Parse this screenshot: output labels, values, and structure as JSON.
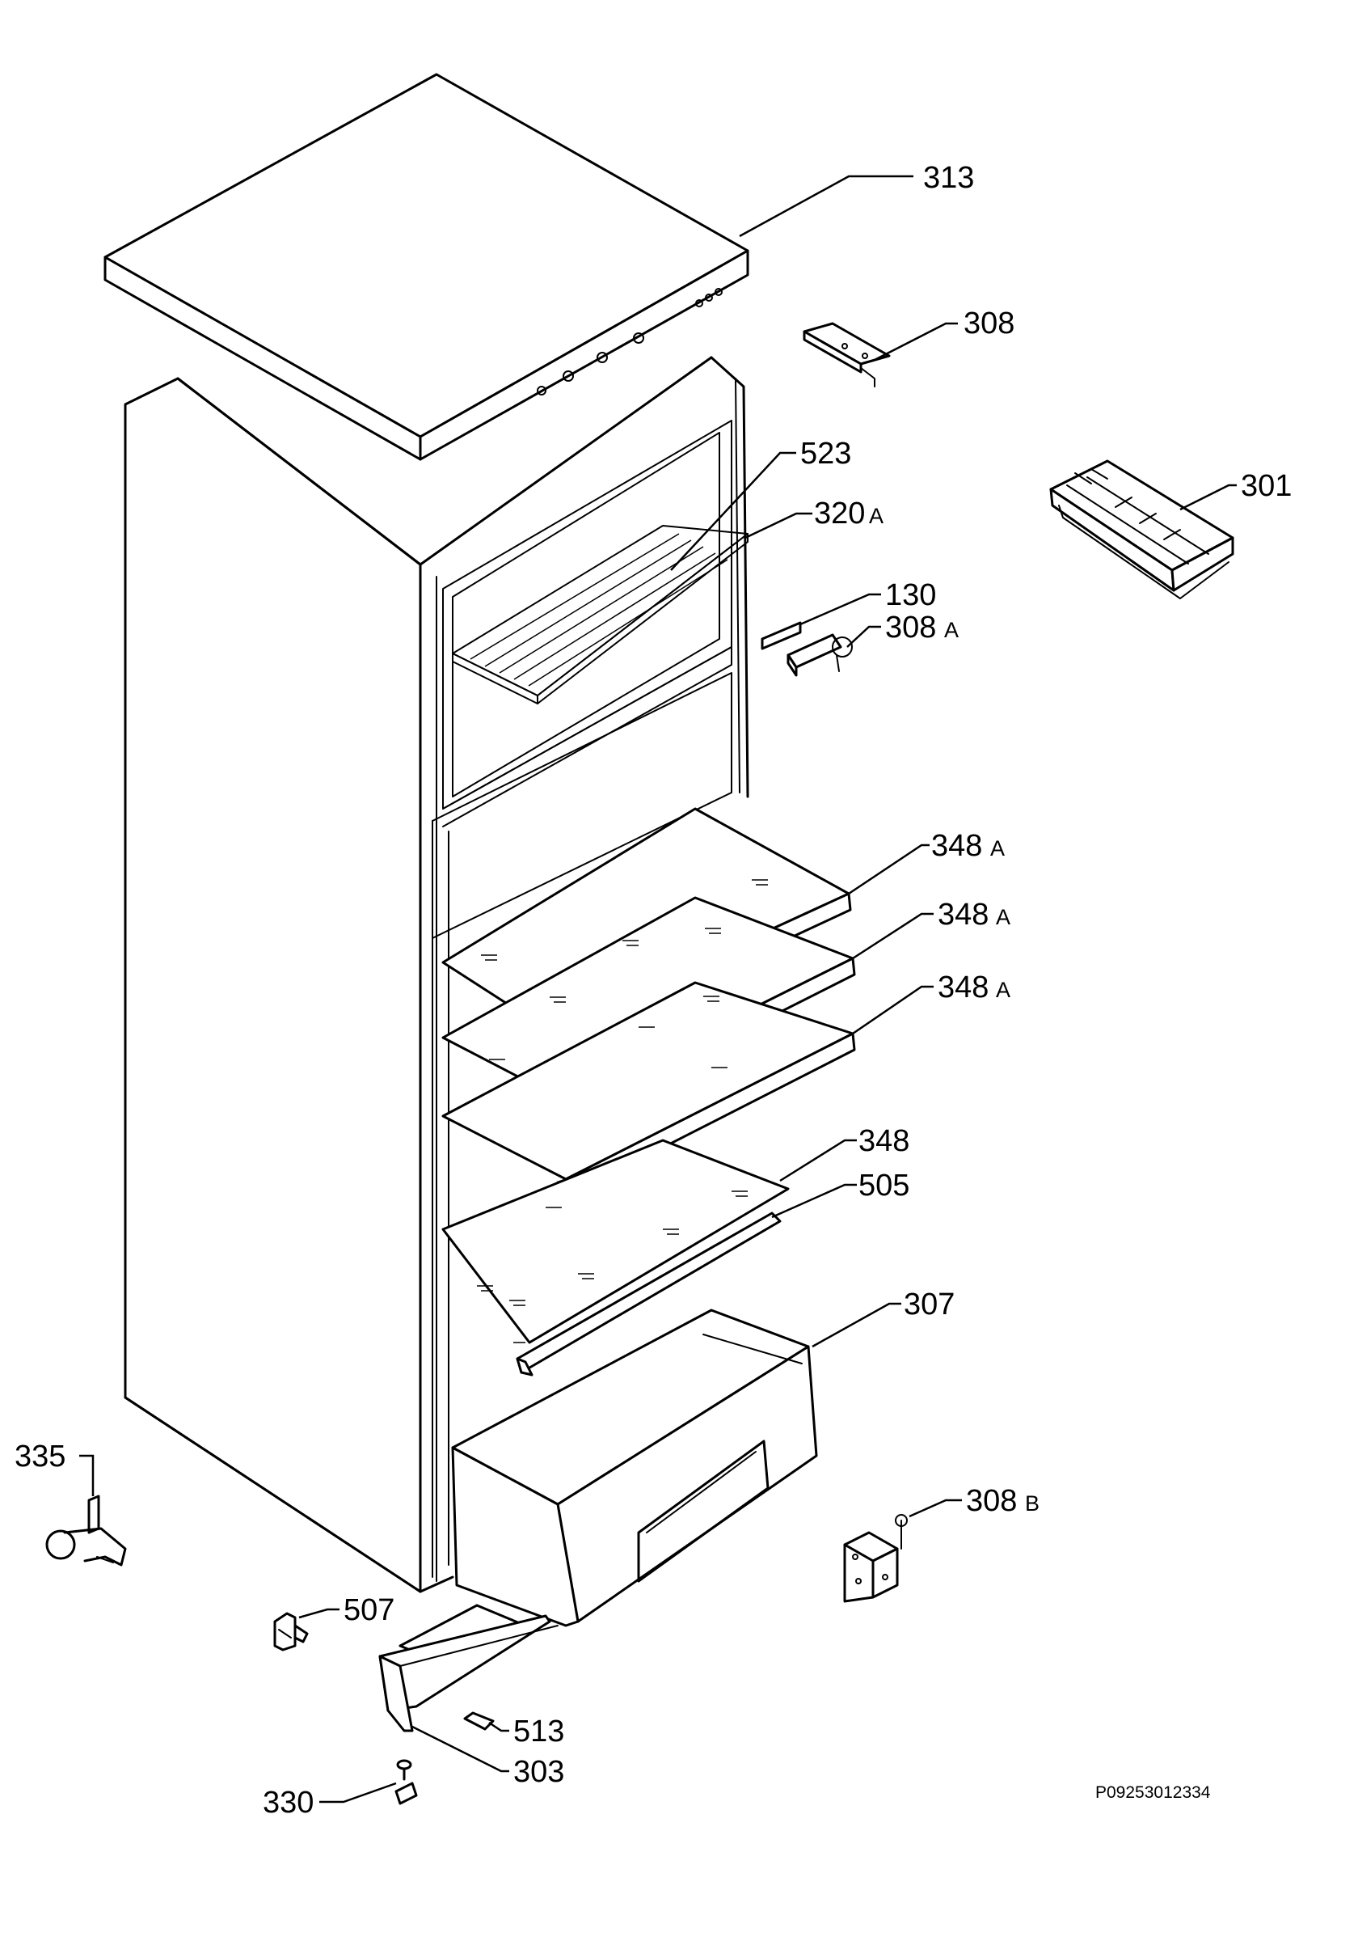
{
  "callouts": {
    "p313": "313",
    "p308": "308",
    "p523": "523",
    "p320a": "320",
    "p320a_suffix": "A",
    "p301": "301",
    "p130": "130",
    "p308a": "308",
    "p308a_suffix": "A",
    "p348a_1": "348",
    "p348a_1_suffix": "A",
    "p348a_2": "348",
    "p348a_2_suffix": "A",
    "p348a_3": "348",
    "p348a_3_suffix": "A",
    "p348": "348",
    "p505": "505",
    "p307": "307",
    "p335": "335",
    "p308b": "308",
    "p308b_suffix": "B",
    "p507": "507",
    "p513": "513",
    "p303": "303",
    "p330": "330"
  },
  "drawing_code": "P09253012334"
}
